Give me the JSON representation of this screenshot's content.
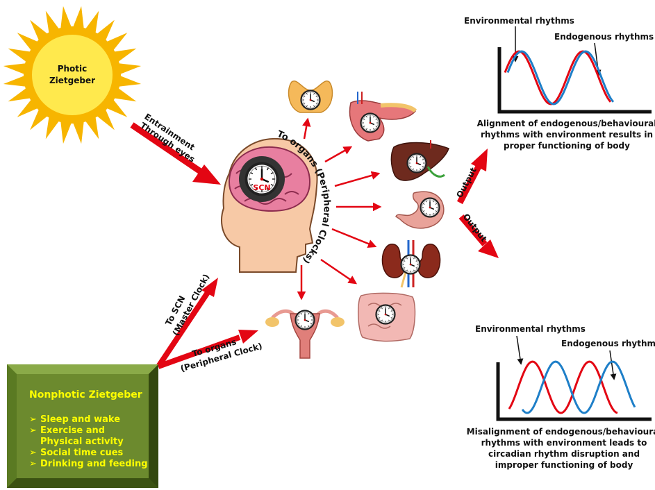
{
  "colors": {
    "sun_outer": "#f7b500",
    "sun_inner": "#ffe94d",
    "arrow_red": "#e30613",
    "box_green": "#6c8a2e",
    "box_border": "#3e5314",
    "text_yellow": "#ffff00",
    "env_wave": "#e30613",
    "endo_wave": "#1e7fc8"
  },
  "sun": {
    "label_line1": "Photic",
    "label_line2": "Zietgeber"
  },
  "entrainment": {
    "line1": "Entrainment",
    "line2": "Through eyes"
  },
  "brain": {
    "clock_label": "SCN"
  },
  "organs_arc_label": "To organs (Peripheral Clocks)",
  "nonphotic_arrows": {
    "to_scn_line1": "To SCN",
    "to_scn_line2": "(Master Clock)",
    "to_organs_line1": "To organs",
    "to_organs_line2": "(Peripheral Clock)"
  },
  "nonphotic_box": {
    "title": "Nonphotic Zietgeber",
    "items": [
      {
        "text": "Sleep and wake"
      },
      {
        "text": "Exercise and"
      },
      {
        "text": "Physical activity"
      },
      {
        "text": "Social time cues"
      },
      {
        "text": "Drinking and feeding"
      }
    ]
  },
  "outputs": {
    "top": "Output",
    "bottom": "Output"
  },
  "aligned_panel": {
    "env_label": "Environmental rhythms",
    "endo_label": "Endogenous rhythms",
    "caption_line1": "Alignment of endogenous/behavioural",
    "caption_line2": "rhythms with environment results in",
    "caption_line3": "proper functioning of body"
  },
  "misaligned_panel": {
    "env_label": "Environmental rhythms",
    "endo_label": "Endogenous rhythms",
    "caption_line1": "Misalignment of endogenous/behavioural",
    "caption_line2": "rhythms with environment leads to",
    "caption_line3": "circadian rhythm disruption and",
    "caption_line4": "improper functioning of body"
  },
  "icons": {
    "sun": "sun-icon",
    "head": "human-head-icon",
    "thyroid": "thyroid-icon",
    "pancreas": "pancreas-icon",
    "liver": "liver-icon",
    "stomach": "stomach-icon",
    "kidneys": "kidney-icon",
    "intestine": "intestine-icon",
    "uterus": "uterus-icon",
    "clock": "clock-icon"
  }
}
